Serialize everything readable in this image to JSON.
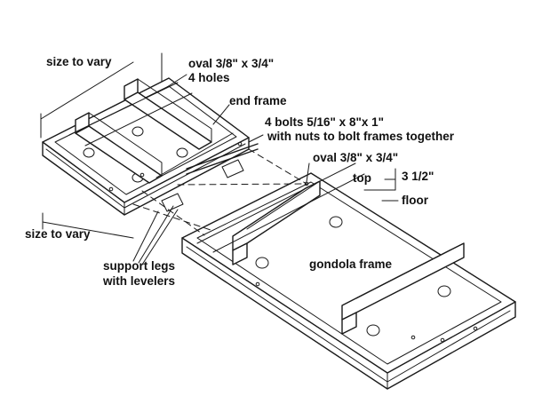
{
  "labels": {
    "size_to_vary_top": "size to vary",
    "oval_holes_line1": "oval 3/8\" x 3/4\"",
    "oval_holes_line2": "4 holes",
    "end_frame": "end frame",
    "bolts_line1": "4 bolts 5/16\" x 8\"x 1\"",
    "bolts_line2": "with nuts to bolt frames together",
    "oval_gondola": "oval 3/8\" x 3/4\"",
    "top": "top",
    "dimension": "3 1/2\"",
    "floor": "floor",
    "size_to_vary_bottom": "size to vary",
    "support_legs_line1": "support legs",
    "support_legs_line2": "with levelers",
    "gondola_frame": "gondola frame"
  }
}
